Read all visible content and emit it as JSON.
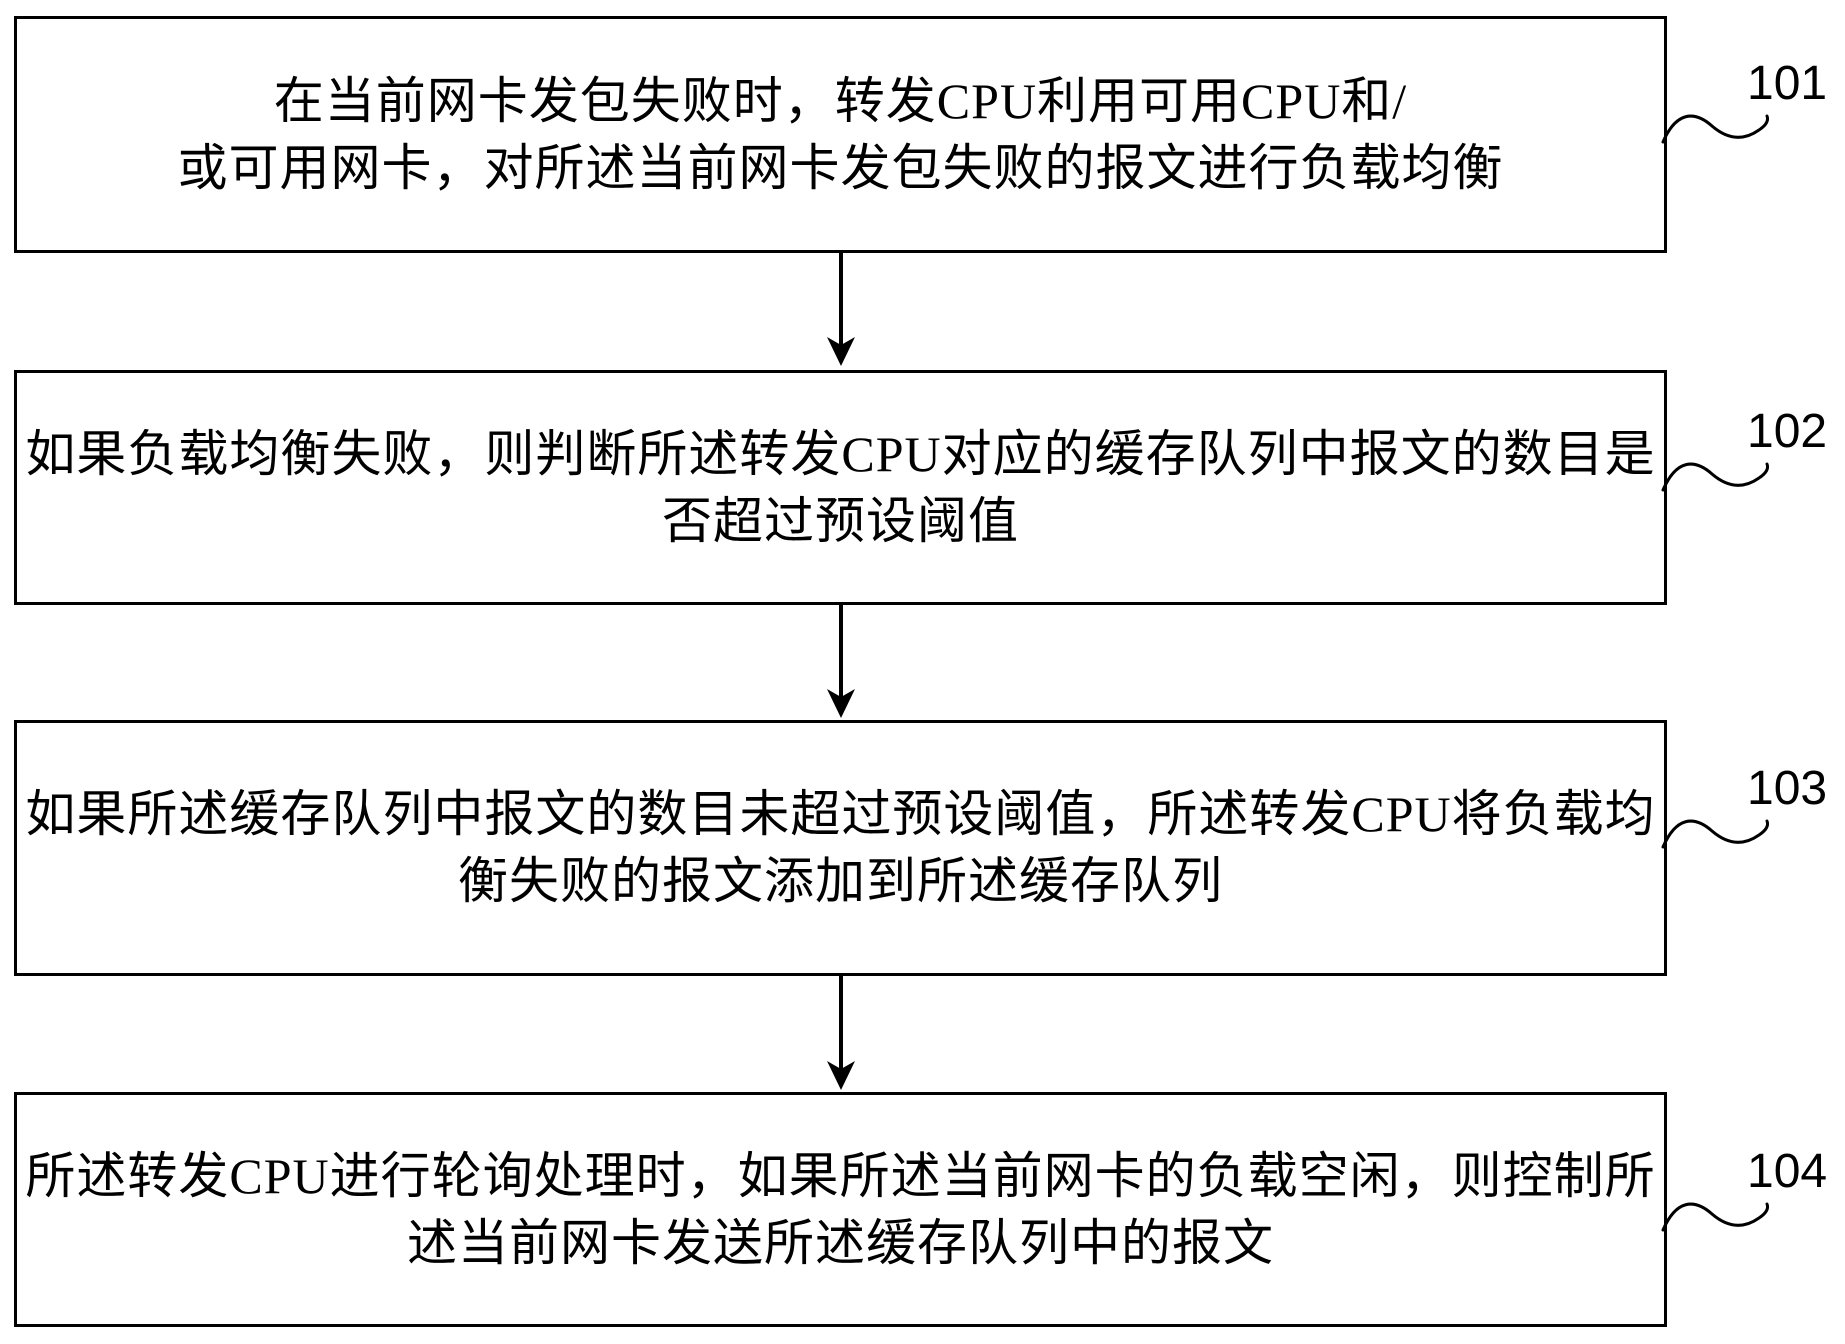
{
  "figure": {
    "kind": "patent-method-flowchart",
    "background_color": "#ffffff",
    "stroke_color": "#000000",
    "direction": "top-to-bottom"
  },
  "steps": [
    {
      "ref": "101",
      "lines": [
        "在当前网卡发包失败时，转发CPU利用可用CPU和/",
        "或可用网卡，对所述当前网卡发包失败的报文进行负载均衡"
      ]
    },
    {
      "ref": "102",
      "lines": [
        "如果负载均衡失败，则判断所述转发CPU对应的缓存队列中报文的数目是",
        "否超过预设阈值"
      ]
    },
    {
      "ref": "103",
      "lines": [
        "如果所述缓存队列中报文的数目未超过预设阈值，所述转发CPU将负载均",
        "衡失败的报文添加到所述缓存队列"
      ]
    },
    {
      "ref": "104",
      "lines": [
        "所述转发CPU进行轮询处理时，如果所述当前网卡的负载空闲，则控制所",
        "述当前网卡发送所述缓存队列中的报文"
      ]
    }
  ]
}
